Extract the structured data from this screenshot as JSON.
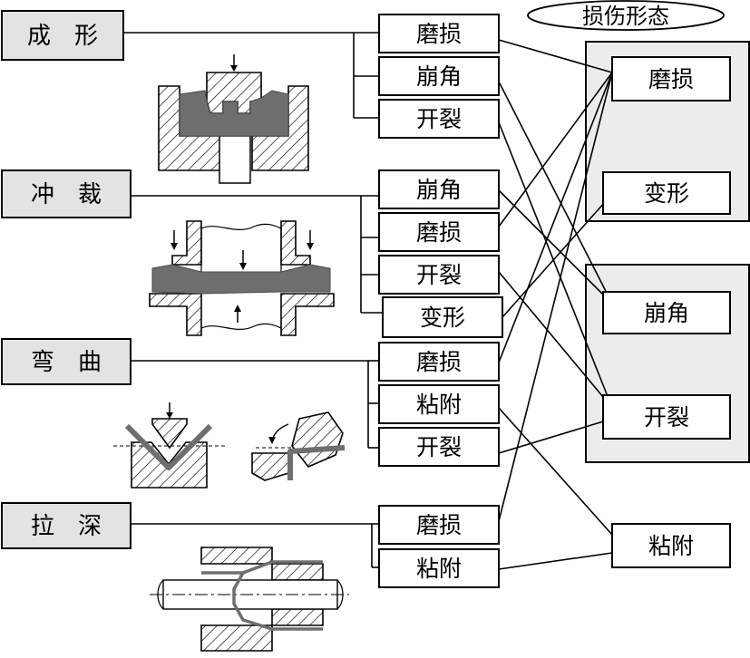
{
  "title": "损伤形态",
  "processes": [
    {
      "id": "forming",
      "label": "成　形",
      "options": [
        "磨损",
        "崩角",
        "开裂"
      ]
    },
    {
      "id": "punching",
      "label": "冲　裁",
      "options": [
        "崩角",
        "磨损",
        "开裂",
        "变形"
      ]
    },
    {
      "id": "bending",
      "label": "弯　曲",
      "options": [
        "磨损",
        "粘附",
        "开裂"
      ]
    },
    {
      "id": "drawing",
      "label": "拉　深",
      "options": [
        "磨损",
        "粘附"
      ]
    }
  ],
  "damage_forms": [
    "磨损",
    "变形",
    "崩角",
    "开裂",
    "粘附"
  ],
  "colors": {
    "process_fill": "#e3e3e3",
    "group_fill": "#ececec",
    "workpiece": "#6e6e6e",
    "line": "#000000"
  }
}
